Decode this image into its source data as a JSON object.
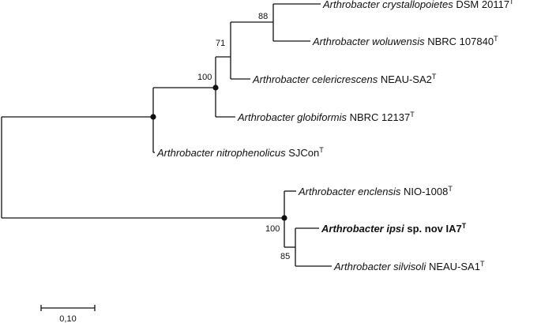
{
  "tree": {
    "taxa": [
      {
        "italic": "Arthrobacter crystallopoietes",
        "rest": " DSM 20117",
        "sup": "T",
        "bold": false
      },
      {
        "italic": "Arthrobacter woluwensis",
        "rest": " NBRC 107840",
        "sup": "T",
        "bold": false
      },
      {
        "italic": "Arthrobacter celericrescens",
        "rest": " NEAU-SA2",
        "sup": "T",
        "bold": false
      },
      {
        "italic": "Arthrobacter globiformis",
        "rest": " NBRC 12137",
        "sup": "T",
        "bold": false
      },
      {
        "italic": "Arthrobacter nitrophenolicus",
        "rest": " SJCon",
        "sup": "T",
        "bold": false
      },
      {
        "italic": "Arthrobacter enclensis",
        "rest": " NIO-1008",
        "sup": "T",
        "bold": false
      },
      {
        "italic": "Arthrobacter ipsi",
        "rest": " sp. nov IA7",
        "sup": "T",
        "bold": true
      },
      {
        "italic": "Arthrobacter silvisoli",
        "rest": " NEAU-SA1",
        "sup": "T",
        "bold": false
      }
    ],
    "bootstraps": [
      "88",
      "71",
      "100",
      "100",
      "85"
    ]
  },
  "scale_bar": {
    "label": "0,10"
  }
}
